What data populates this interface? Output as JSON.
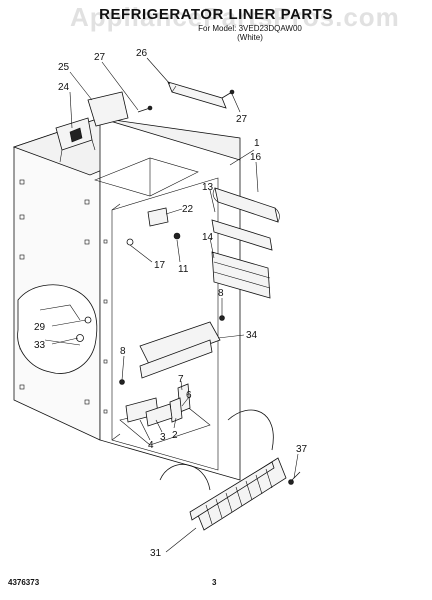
{
  "header": {
    "watermark": "AppliancePartsPros.com",
    "title": "REFRIGERATOR LINER PARTS",
    "subtitle_line1": "For Model: 3VED23DQAW00",
    "subtitle_line2": "(White)"
  },
  "callouts": [
    "25",
    "27",
    "24",
    "26",
    "27",
    "1",
    "16",
    "13",
    "22",
    "14",
    "11",
    "17",
    "8",
    "34",
    "29",
    "33",
    "8",
    "7",
    "6",
    "2",
    "4",
    "3",
    "37",
    "31"
  ],
  "footer": {
    "doc_number": "4376373",
    "page": "3"
  }
}
